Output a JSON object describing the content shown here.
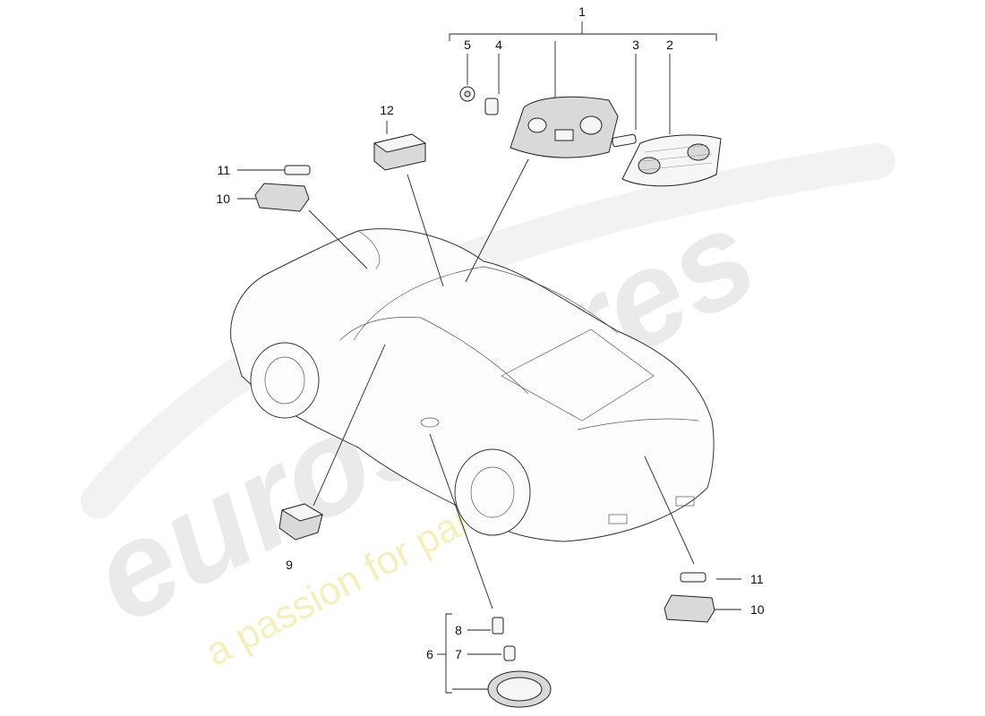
{
  "callouts": {
    "c1": "1",
    "c2": "2",
    "c3": "3",
    "c4": "4",
    "c5": "5",
    "c6": "6",
    "c7": "7",
    "c8": "8",
    "c9": "9",
    "c10a": "10",
    "c10b": "10",
    "c11a": "11",
    "c11b": "11",
    "c12": "12"
  },
  "watermark": {
    "brand": "eurospares",
    "tagline": "a passion for parts since 1985",
    "brand_color": "#e6e6e6",
    "tagline_color": "#f2eeb0"
  },
  "parts": [
    {
      "id": "1",
      "icon": "overhead-console-assembly-icon"
    },
    {
      "id": "2",
      "icon": "console-grille-cover-icon"
    },
    {
      "id": "3",
      "icon": "festoon-bulb-icon"
    },
    {
      "id": "4",
      "icon": "wedge-bulb-icon"
    },
    {
      "id": "5",
      "icon": "bulb-socket-icon"
    },
    {
      "id": "6",
      "icon": "side-marker-lamp-icon"
    },
    {
      "id": "7",
      "icon": "wedge-bulb-icon"
    },
    {
      "id": "8",
      "icon": "bulb-holder-icon"
    },
    {
      "id": "9",
      "icon": "footwell-lamp-icon"
    },
    {
      "id": "10",
      "icon": "luggage-lamp-housing-icon"
    },
    {
      "id": "11",
      "icon": "festoon-bulb-icon"
    },
    {
      "id": "12",
      "icon": "interior-lamp-icon"
    }
  ]
}
